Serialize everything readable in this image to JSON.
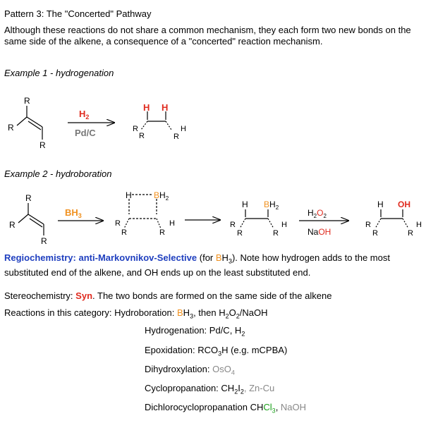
{
  "title": "Pattern 3: The \"Concerted\" Pathway",
  "intro": "Although these reactions do not share a common mechanism, they each form two new bonds on the same side of the alkene, a consequence of a \"concerted\" reaction mechanism.",
  "example1": {
    "heading": "Example 1 - hydrogenation",
    "reagent_top": "H",
    "reagent_top_sub": "2",
    "reagent_bottom": "Pd/C",
    "R": "R",
    "H": "H"
  },
  "example2": {
    "heading": "Example 2 - hydroboration",
    "reagent": "BH",
    "reagent_sub": "3",
    "B": "B",
    "H": "H",
    "R": "R",
    "BH2": "BH",
    "BH2_sub": "2",
    "ox_top": "H",
    "ox_top_sub1": "2",
    "ox_top_O": "O",
    "ox_top_sub2": "2",
    "ox_bottom_Na": "Na",
    "ox_bottom_OH": "OH",
    "OH": "OH"
  },
  "regiochemistry": {
    "label": "Regiochemistry:",
    "selectivity": "anti-Markovnikov-Selective",
    "paren_open": "(for ",
    "paren_B": "B",
    "paren_H": "H",
    "paren_sub": "3",
    "paren_close": ").",
    "rest": " Note how hydrogen adds to the most substituted end of the alkene, and OH ends up on the least substituted end."
  },
  "stereochemistry": {
    "label": "Stereochemistry:",
    "value": "Syn",
    "rest": ". The two bonds are formed on the same side of the alkene"
  },
  "reactions": {
    "label": "Reactions in this category:",
    "hydroboration": {
      "name": "Hydroboration:",
      "B": "B",
      "H3": "H",
      "sub3": "3",
      "then": ", then ",
      "H2": "H",
      "sub2a": "2",
      "O2": "O",
      "sub2b": "2",
      "slash": "/",
      "NaOH": "NaOH"
    },
    "hydrogenation": {
      "name": "Hydrogenation:",
      "reagent": "Pd/C, H",
      "sub": "2"
    },
    "epoxidation": {
      "name": "Epoxidation:",
      "reagent": "RCO",
      "sub": "3",
      "rest": "H (e.g. mCPBA)"
    },
    "dihydroxylation": {
      "name": "Dihydroxylation:",
      "Os": "OsO",
      "sub": "4"
    },
    "cyclopropanation": {
      "name": "Cyclopropanation:",
      "a": "CH",
      "sub1": "2",
      "b": "I",
      "sub2": "2",
      "rest": ", Zn-Cu"
    },
    "dichloro": {
      "name": "Dichlorocyclopropanation",
      "a": "CH",
      "cl": "Cl",
      "sub": "3",
      "comma": ", ",
      "naoh": "NaOH"
    }
  }
}
